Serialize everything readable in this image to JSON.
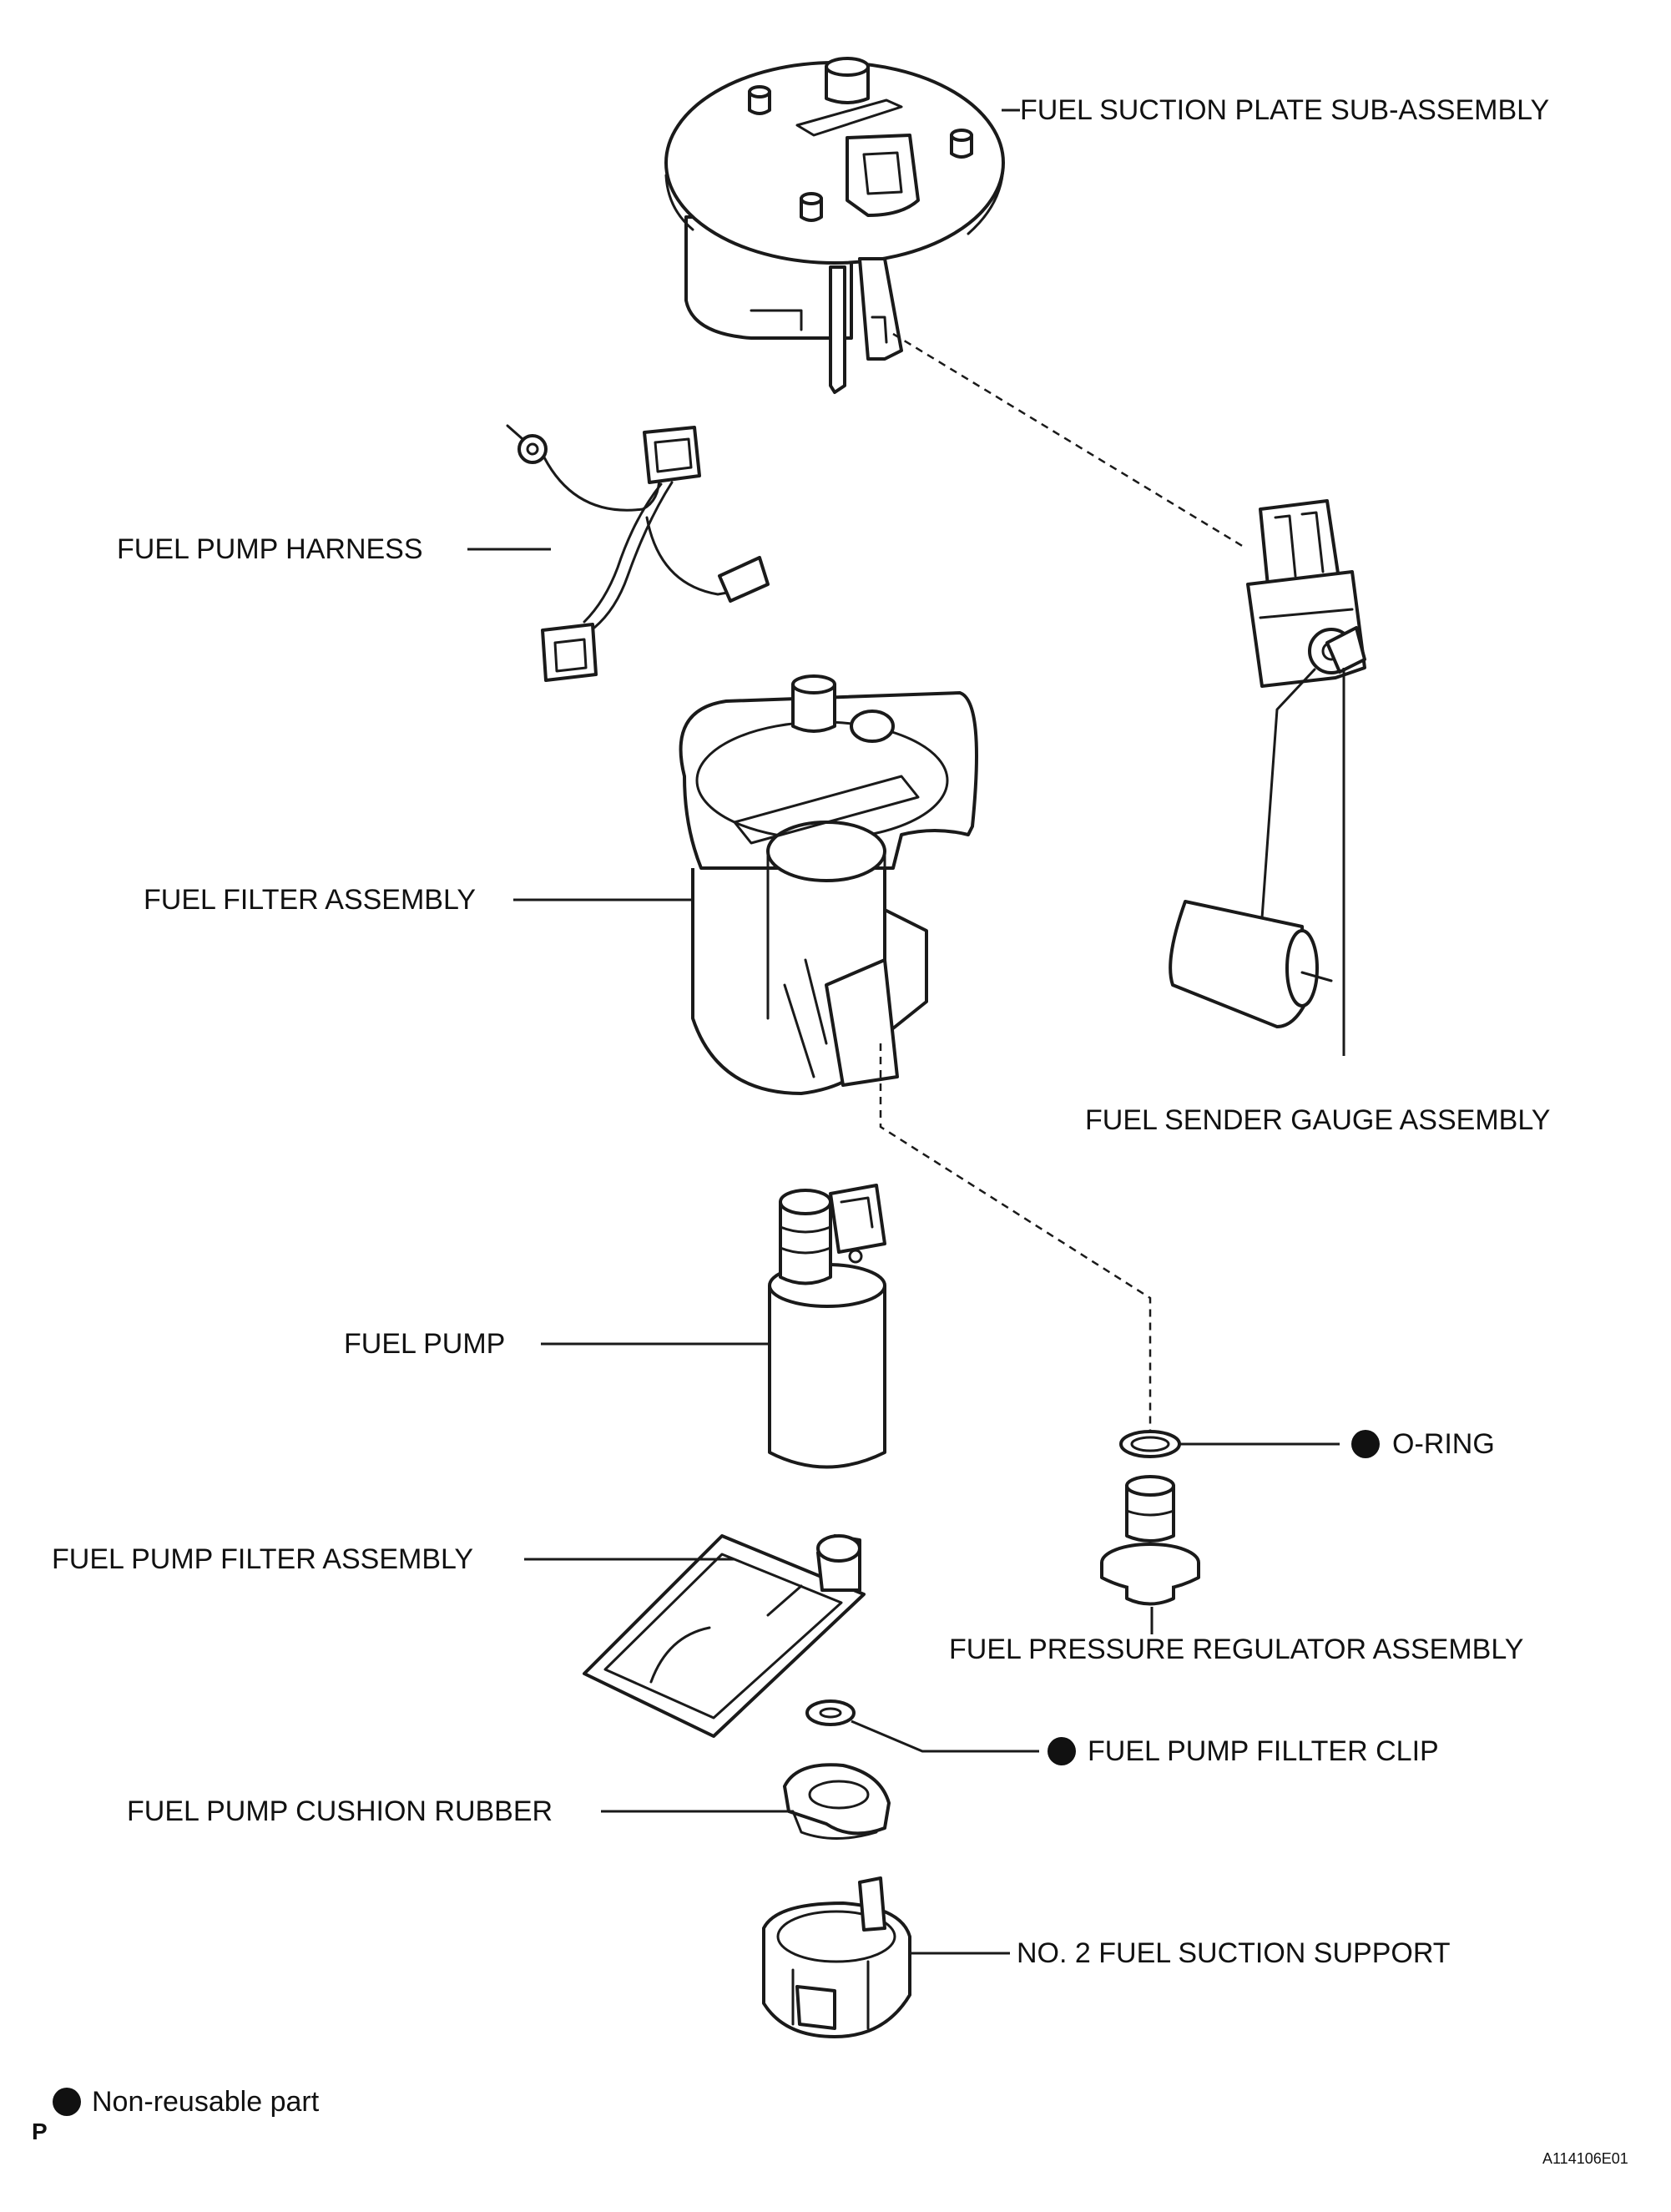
{
  "labels": {
    "fuel_suction_plate": "FUEL SUCTION PLATE SUB-ASSEMBLY",
    "fuel_pump_harness": "FUEL PUMP HARNESS",
    "fuel_filter_assembly": "FUEL FILTER ASSEMBLY",
    "fuel_sender_gauge": "FUEL SENDER GAUGE ASSEMBLY",
    "fuel_pump": "FUEL PUMP",
    "o_ring": "O-RING",
    "fuel_pump_filter_assembly": "FUEL PUMP FILTER ASSEMBLY",
    "fuel_pressure_regulator": "FUEL PRESSURE REGULATOR ASSEMBLY",
    "fuel_pump_filter_clip": "FUEL PUMP FILLTER CLIP",
    "fuel_pump_cushion_rubber": "FUEL PUMP CUSHION RUBBER",
    "no2_fuel_suction_support": "NO. 2 FUEL SUCTION SUPPORT"
  },
  "legend": {
    "text": "Non-reusable part",
    "marker": "P"
  },
  "figure_id": "A114106E01",
  "colors": {
    "ink": "#1a1a1a",
    "background": "#ffffff"
  }
}
